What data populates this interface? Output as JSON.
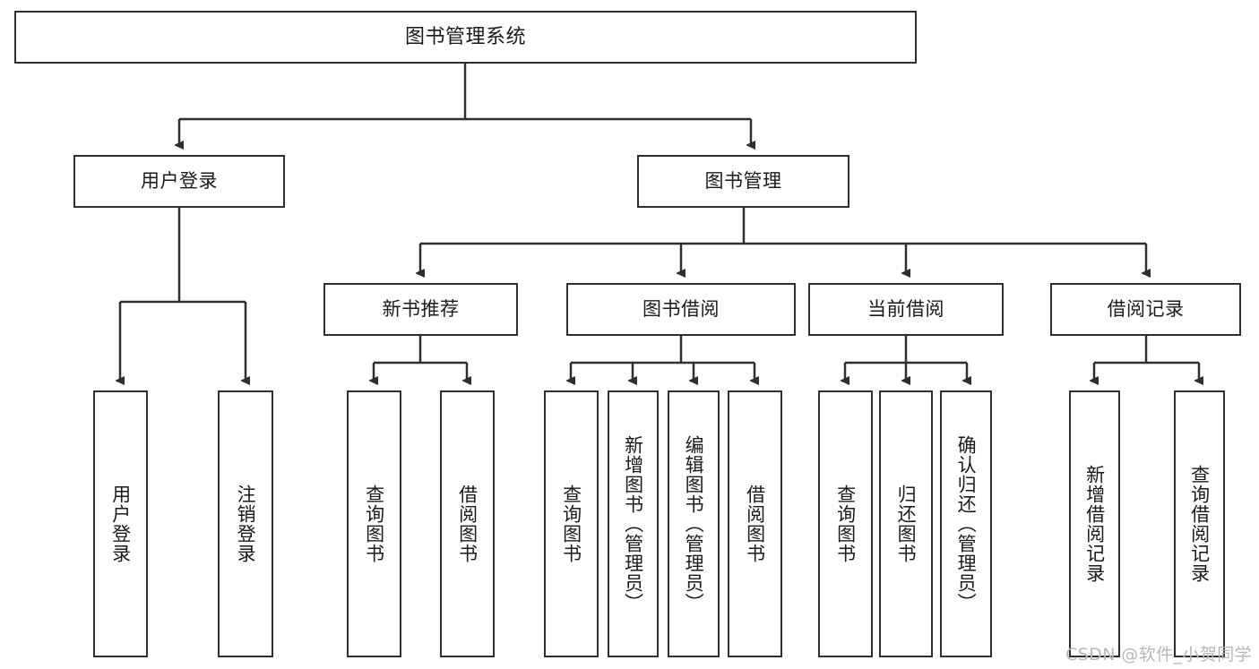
{
  "diagram": {
    "title": "图书管理系统",
    "type": "tree-hierarchy",
    "watermark": "CSDN @软件_小贺同学",
    "colors": {
      "stroke": "#2e2e2e",
      "fill": "#ffffff",
      "text": "#1a1a1a",
      "watermark": "#b8b8b8"
    }
  },
  "nodes": {
    "root": {
      "label": "图书管理系统"
    },
    "level2": [
      {
        "label": "用户登录"
      },
      {
        "label": "图书管理"
      }
    ],
    "level3": [
      {
        "label": "新书推荐"
      },
      {
        "label": "图书借阅"
      },
      {
        "label": "当前借阅"
      },
      {
        "label": "借阅记录"
      }
    ],
    "leaves": {
      "user_login": [
        {
          "label": "用户登录"
        },
        {
          "label": "注销登录"
        }
      ],
      "new_book_recommend": [
        {
          "label": "查询图书"
        },
        {
          "label": "借阅图书"
        }
      ],
      "book_borrow": [
        {
          "label": "查询图书"
        },
        {
          "label": "新增图书（管理员）"
        },
        {
          "label": "编辑图书（管理员）"
        },
        {
          "label": "借阅图书"
        }
      ],
      "current_borrow": [
        {
          "label": "查询图书"
        },
        {
          "label": "归还图书"
        },
        {
          "label": "确认归还（管理员）"
        }
      ],
      "borrow_record": [
        {
          "label": "新增借阅记录"
        },
        {
          "label": "查询借阅记录"
        }
      ]
    }
  }
}
